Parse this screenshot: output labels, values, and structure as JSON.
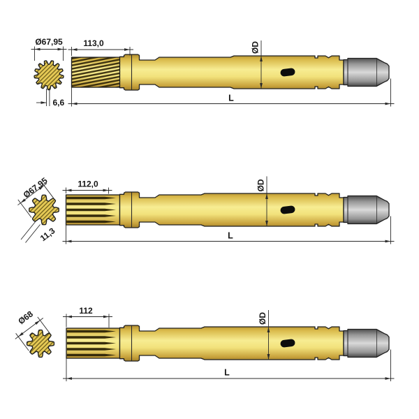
{
  "page": {
    "background": "#ffffff"
  },
  "colors": {
    "outline": "#1f1f1f",
    "dim_line": "#2b2b2b",
    "body_yellow_light": "#f7ec92",
    "body_yellow": "#e3c455",
    "body_yellow_dark": "#ab872c",
    "spline_stripe_dark": "#2d2408",
    "spline_groove": "#352b0b",
    "steel_light": "#d9d9d9",
    "steel_mid": "#969696",
    "steel_dark": "#4f4f4f",
    "gear_fill": "#e6ca56",
    "hatch": "#6a5a18",
    "flushing_hole": "#0d0d0d"
  },
  "drawings": [
    {
      "diameter_label": "Ø67,95",
      "spline_width_label": "6,6",
      "spline_length_label": "113,0",
      "body_diameter_label": "ØD",
      "length_label": "L"
    },
    {
      "diameter_label": "Ø67,95",
      "spline_width_label": "11,3",
      "spline_length_label": "112,0",
      "body_diameter_label": "ØD",
      "length_label": "L"
    },
    {
      "diameter_label": "Ø68",
      "spline_length_label": "112",
      "body_diameter_label": "ØD",
      "length_label": "L"
    }
  ]
}
